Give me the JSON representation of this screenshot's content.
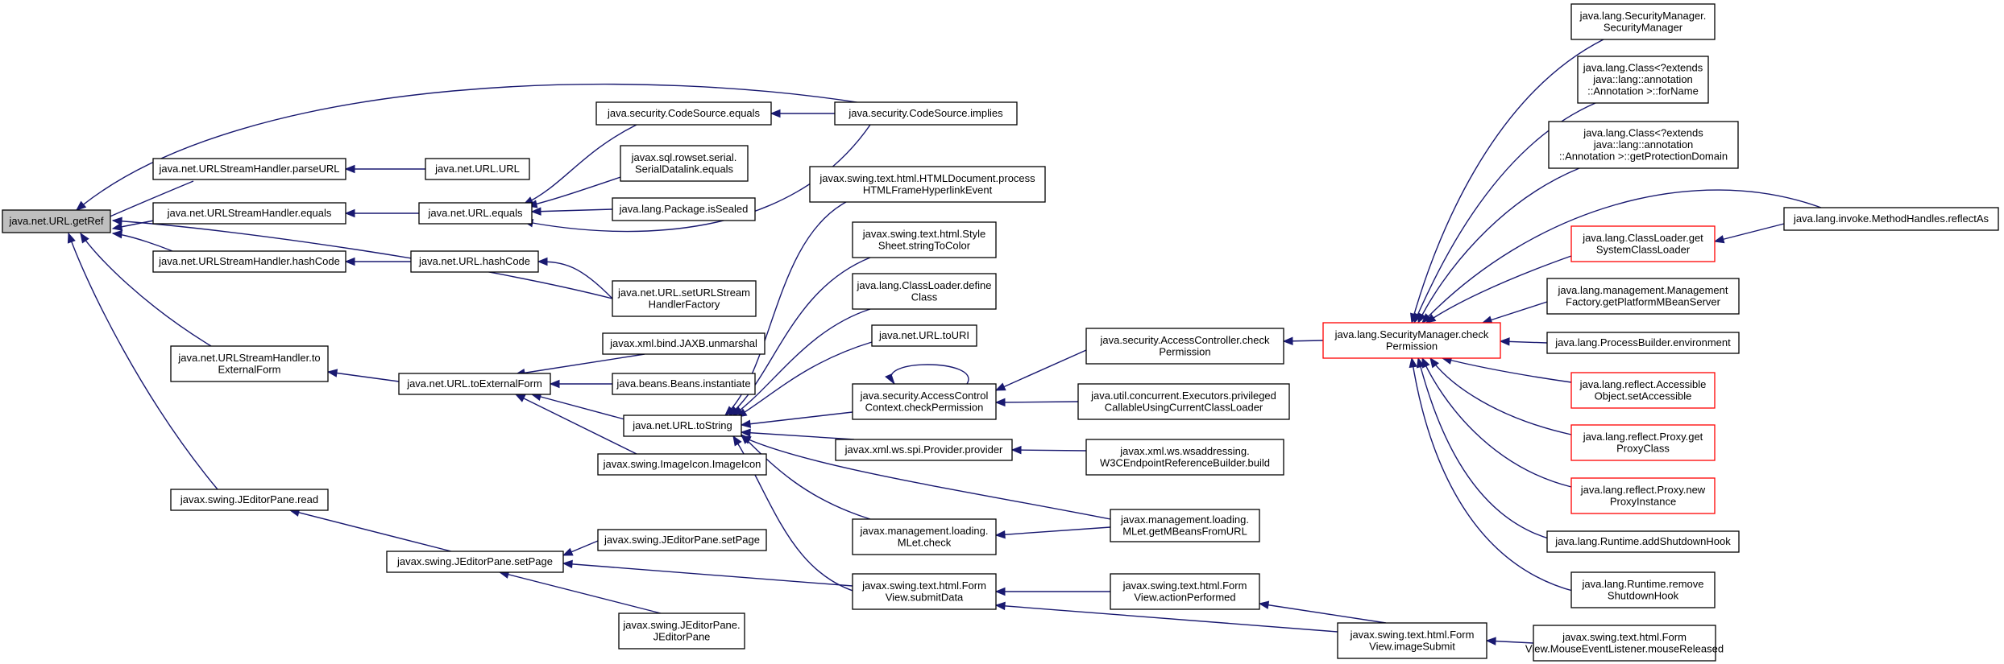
{
  "graph": {
    "nodes": [
      {
        "id": "root",
        "lines": [
          "java.net.URL.getRef"
        ],
        "style": "root"
      },
      {
        "id": "sh_parseURL",
        "lines": [
          "java.net.URLStreamHandler.parseURL"
        ]
      },
      {
        "id": "url_URL",
        "lines": [
          "java.net.URL.URL"
        ]
      },
      {
        "id": "sh_equals",
        "lines": [
          "java.net.URLStreamHandler.equals"
        ]
      },
      {
        "id": "url_equals",
        "lines": [
          "java.net.URL.equals"
        ]
      },
      {
        "id": "cs_equals",
        "lines": [
          "java.security.CodeSource.equals"
        ]
      },
      {
        "id": "cs_implies",
        "lines": [
          "java.security.CodeSource.implies"
        ]
      },
      {
        "id": "serialDatalink",
        "lines": [
          "javax.sql.rowset.serial.",
          "SerialDatalink.equals"
        ]
      },
      {
        "id": "pkg_sealed",
        "lines": [
          "java.lang.Package.isSealed"
        ]
      },
      {
        "id": "sh_hashCode",
        "lines": [
          "java.net.URLStreamHandler.hashCode"
        ]
      },
      {
        "id": "url_hashCode",
        "lines": [
          "java.net.URL.hashCode"
        ]
      },
      {
        "id": "setFactory",
        "lines": [
          "java.net.URL.setURLStream",
          "HandlerFactory"
        ]
      },
      {
        "id": "sh_toExt",
        "lines": [
          "java.net.URLStreamHandler.to",
          "ExternalForm"
        ]
      },
      {
        "id": "url_toExt",
        "lines": [
          "java.net.URL.toExternalForm"
        ]
      },
      {
        "id": "jaxb_unmarshal",
        "lines": [
          "javax.xml.bind.JAXB.unmarshal"
        ]
      },
      {
        "id": "beans_inst",
        "lines": [
          "java.beans.Beans.instantiate"
        ]
      },
      {
        "id": "url_toString",
        "lines": [
          "java.net.URL.toString"
        ]
      },
      {
        "id": "imageIcon",
        "lines": [
          "javax.swing.ImageIcon.ImageIcon"
        ]
      },
      {
        "id": "jep_read",
        "lines": [
          "javax.swing.JEditorPane.read"
        ]
      },
      {
        "id": "jep_setPage",
        "lines": [
          "javax.swing.JEditorPane.setPage"
        ]
      },
      {
        "id": "jep_setPage2",
        "lines": [
          "javax.swing.JEditorPane.setPage"
        ]
      },
      {
        "id": "jep_ctor",
        "lines": [
          "javax.swing.JEditorPane.",
          "JEditorPane"
        ]
      },
      {
        "id": "html_process",
        "lines": [
          "javax.swing.text.html.HTMLDocument.process",
          "HTMLFrameHyperlinkEvent"
        ]
      },
      {
        "id": "styleSheet",
        "lines": [
          "javax.swing.text.html.Style",
          "Sheet.stringToColor"
        ]
      },
      {
        "id": "cl_define",
        "lines": [
          "java.lang.ClassLoader.define",
          "Class"
        ]
      },
      {
        "id": "url_toURI",
        "lines": [
          "java.net.URL.toURI"
        ]
      },
      {
        "id": "acc_ctx",
        "lines": [
          "java.security.AccessControl",
          "Context.checkPermission"
        ]
      },
      {
        "id": "ws_provider",
        "lines": [
          "javax.xml.ws.spi.Provider.provider"
        ]
      },
      {
        "id": "mlet_check",
        "lines": [
          "javax.management.loading.",
          "MLet.check"
        ]
      },
      {
        "id": "form_submit",
        "lines": [
          "javax.swing.text.html.Form",
          "View.submitData"
        ]
      },
      {
        "id": "acc_ctrl",
        "lines": [
          "java.security.AccessController.check",
          "Permission"
        ]
      },
      {
        "id": "exec_priv",
        "lines": [
          "java.util.concurrent.Executors.privileged",
          "CallableUsingCurrentClassLoader"
        ]
      },
      {
        "id": "w3c_build",
        "lines": [
          "javax.xml.ws.wsaddressing.",
          "W3CEndpointReferenceBuilder.build"
        ]
      },
      {
        "id": "mlet_getMBeans",
        "lines": [
          "javax.management.loading.",
          "MLet.getMBeansFromURL"
        ]
      },
      {
        "id": "form_action",
        "lines": [
          "javax.swing.text.html.Form",
          "View.actionPerformed"
        ]
      },
      {
        "id": "form_image",
        "lines": [
          "javax.swing.text.html.Form",
          "View.imageSubmit"
        ]
      },
      {
        "id": "form_mouse",
        "lines": [
          "javax.swing.text.html.Form",
          "View.MouseEventListener.mouseReleased"
        ]
      },
      {
        "id": "sm_check",
        "lines": [
          "java.lang.SecurityManager.check",
          "Permission"
        ],
        "style": "red"
      },
      {
        "id": "sm_ctor",
        "lines": [
          "java.lang.SecurityManager.",
          "SecurityManager"
        ]
      },
      {
        "id": "class_forName",
        "lines": [
          "java.lang.Class<?extends",
          "java::lang::annotation",
          "::Annotation >::forName"
        ]
      },
      {
        "id": "class_getPD",
        "lines": [
          "java.lang.Class<?extends",
          "java::lang::annotation",
          "::Annotation >::getProtectionDomain"
        ]
      },
      {
        "id": "cl_getSys",
        "lines": [
          "java.lang.ClassLoader.get",
          "SystemClassLoader"
        ],
        "style": "red"
      },
      {
        "id": "mh_reflectAs",
        "lines": [
          "java.lang.invoke.MethodHandles.reflectAs"
        ]
      },
      {
        "id": "mgmt_factory",
        "lines": [
          "java.lang.management.Management",
          "Factory.getPlatformMBeanServer"
        ]
      },
      {
        "id": "pb_env",
        "lines": [
          "java.lang.ProcessBuilder.environment"
        ]
      },
      {
        "id": "acc_obj",
        "lines": [
          "java.lang.reflect.Accessible",
          "Object.setAccessible"
        ],
        "style": "red"
      },
      {
        "id": "proxy_get",
        "lines": [
          "java.lang.reflect.Proxy.get",
          "ProxyClass"
        ],
        "style": "red"
      },
      {
        "id": "proxy_new",
        "lines": [
          "java.lang.reflect.Proxy.new",
          "ProxyInstance"
        ],
        "style": "red"
      },
      {
        "id": "rt_addHook",
        "lines": [
          "java.lang.Runtime.addShutdownHook"
        ]
      },
      {
        "id": "rt_removeHook",
        "lines": [
          "java.lang.Runtime.remove",
          "ShutdownHook"
        ]
      }
    ]
  }
}
